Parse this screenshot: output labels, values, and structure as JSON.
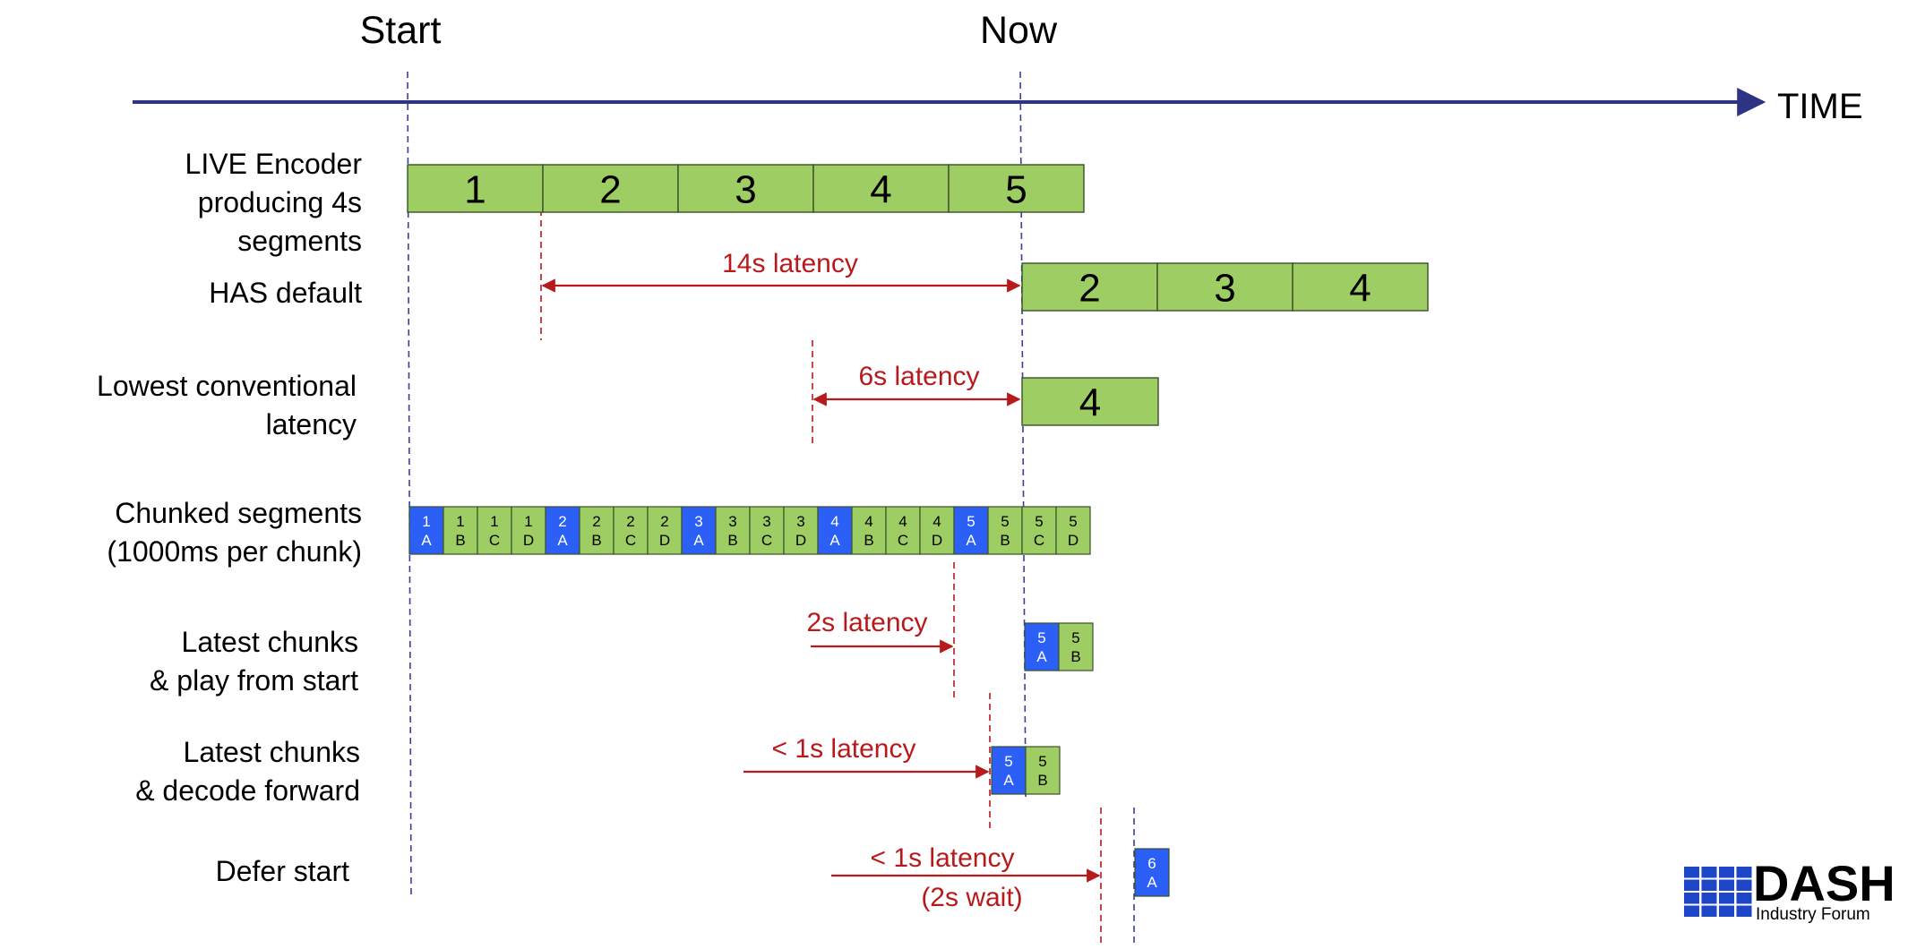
{
  "timeline": {
    "start_label": "Start",
    "now_label": "Now",
    "axis_label": "TIME"
  },
  "rows": [
    {
      "id": "live-encoder",
      "label_lines": [
        "LIVE Encoder",
        "producing 4s",
        "segments"
      ]
    },
    {
      "id": "has-default",
      "label_lines": [
        "HAS default"
      ]
    },
    {
      "id": "lowest-conventional",
      "label_lines": [
        "Lowest conventional",
        "latency"
      ]
    },
    {
      "id": "chunked-segments",
      "label_lines": [
        "Chunked segments",
        "(1000ms per chunk)"
      ]
    },
    {
      "id": "latest-play-from-start",
      "label_lines": [
        "Latest chunks",
        "& play from start"
      ]
    },
    {
      "id": "latest-decode-forward",
      "label_lines": [
        "Latest chunks",
        "& decode forward"
      ]
    },
    {
      "id": "defer-start",
      "label_lines": [
        "Defer start"
      ]
    }
  ],
  "segments": {
    "encoder": [
      "1",
      "2",
      "3",
      "4",
      "5"
    ],
    "has_default": [
      "2",
      "3",
      "4"
    ],
    "lowest": [
      "4"
    ]
  },
  "chunks": {
    "segment_numbers": [
      "1",
      "2",
      "3",
      "4",
      "5"
    ],
    "letters": [
      "A",
      "B",
      "C",
      "D"
    ],
    "play_from_start": [
      [
        "5",
        "A"
      ],
      [
        "5",
        "B"
      ]
    ],
    "decode_forward": [
      [
        "5",
        "A"
      ],
      [
        "5",
        "B"
      ]
    ],
    "defer_start": [
      [
        "6",
        "A"
      ]
    ]
  },
  "latency": {
    "has_default": "14s latency",
    "lowest": "6s latency",
    "play_from_start": "2s latency",
    "decode_forward": "< 1s latency",
    "defer_start": "< 1s latency",
    "defer_wait": "(2s wait)"
  },
  "logo": {
    "name": "DASH",
    "sub": "Industry Forum"
  },
  "colors": {
    "segment_green": "#9dcd63",
    "chunk_blue": "#2b5ff5",
    "latency_red": "#b8191b",
    "timeline_navy": "#2e3383",
    "guide_blue": "#3a3f9a",
    "logo_blue": "#1d46c9"
  }
}
